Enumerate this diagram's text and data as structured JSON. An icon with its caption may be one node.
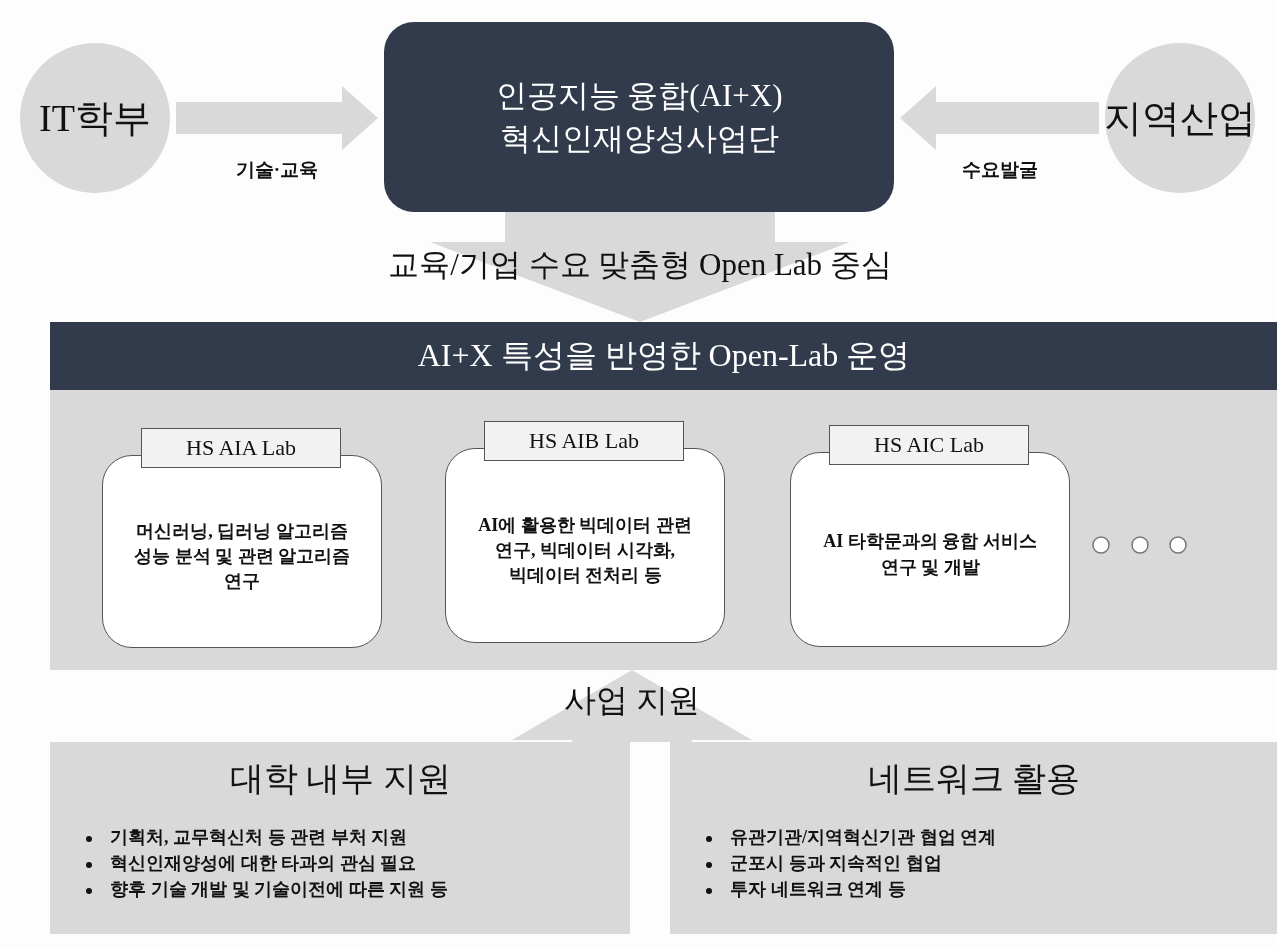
{
  "diagram": {
    "nodes": [
      {
        "text": [
          "IT학부"
        ]
      },
      {
        "text": [
          "인공지능 융합(AI+X) 혁신인재양성사업단"
        ]
      },
      {
        "text": [
          "지역산업"
        ]
      },
      {
        "text": [
          "AI+X 특성을 반영한 Open-Lab 운영"
        ]
      },
      {
        "text": [
          "HS AIA Lab",
          "머신러닝, 딥러닝 알고리즘 성능 분석 및 관련 알고리즘 연구"
        ],
        "in": 3
      },
      {
        "text": [
          "HS AIB Lab",
          "AI에 활용한 빅데이터 관련 연구, 빅데이터 시각화, 빅데이터 전처리 등"
        ],
        "in": 3
      },
      {
        "text": [
          "HS AIC Lab",
          "AI 타학문과의 융합 서비스 연구 및 개발"
        ],
        "in": 3
      },
      {
        "text": [
          "대학 내부 지원",
          "기획처, 교무혁신처 등 관련 부처 지원",
          "혁신인재양성에 대한 타과의 관심 필요",
          "향후 기술 개발 및 기술이전에 따른 지원 등"
        ]
      },
      {
        "text": [
          "네트워크 활용",
          "유관기관/지역혁신기관 협업 연계",
          "군포시 등과 지속적인 협업",
          "투자 네트워크 연계 등"
        ]
      }
    ],
    "edges": [
      {
        "from": 0,
        "to": 1,
        "arrow": "to",
        "label": "기술·교육"
      },
      {
        "from": 2,
        "to": 1,
        "arrow": "to",
        "label": "수요발굴"
      },
      {
        "from": 1,
        "to": 3,
        "arrow": "to",
        "label": "교육/기업 수요 맞춤형 Open Lab 중심"
      },
      {
        "from": 7,
        "to": 3,
        "arrow": "to",
        "label": "사업 지원"
      },
      {
        "from": 8,
        "to": 3,
        "arrow": "to"
      }
    ]
  }
}
